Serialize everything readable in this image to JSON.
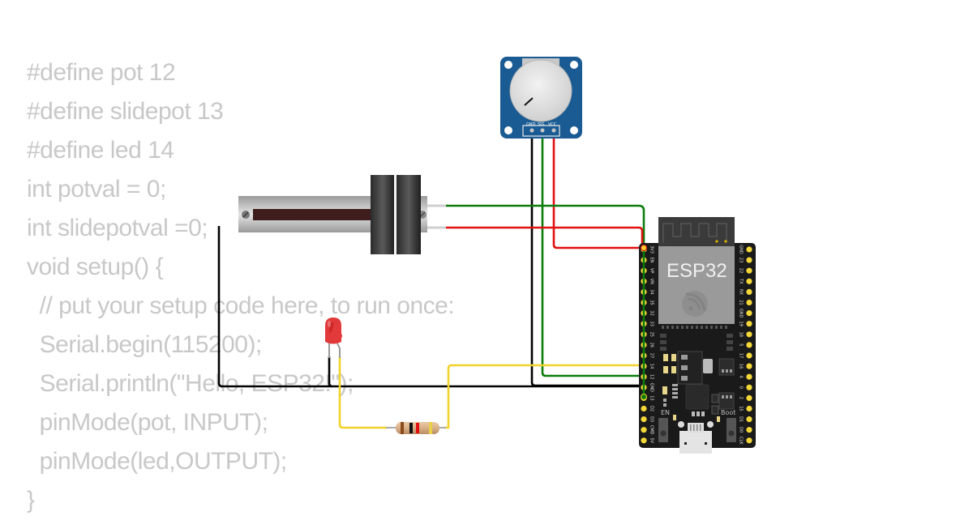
{
  "code": {
    "lines": [
      "#define pot 12",
      "#define slidepot 13",
      "#define led 14",
      "int potval = 0;",
      "int slidepotval =0;",
      "void setup() {",
      "  // put your setup code here, to run once:",
      "  Serial.begin(115200);",
      "  Serial.println(\"Hello, ESP32!\");",
      "  pinMode(pot, INPUT);",
      "  pinMode(led,OUTPUT);",
      "}"
    ]
  },
  "components": {
    "rotary_pot": {
      "pins": [
        "GND",
        "SIG",
        "VCC"
      ]
    },
    "esp32": {
      "label": "ESP32",
      "left_pins": [
        "3V3",
        "EN",
        "VP",
        "VN",
        "34",
        "35",
        "32",
        "33",
        "25",
        "26",
        "27",
        "14",
        "12",
        "GND",
        "13",
        "D2",
        "D3",
        "CMD",
        "5V"
      ],
      "right_pins": [
        "GND",
        "23",
        "22",
        "TX",
        "RX",
        "21",
        "GND",
        "19",
        "18",
        "5",
        "17",
        "16",
        "4",
        "0",
        "2",
        "15",
        "D1",
        "D0",
        "CLK"
      ],
      "button_en_label": "EN",
      "button_boot_label": "Boot"
    },
    "led": {
      "color": "red"
    },
    "resistor": {
      "bands": [
        "brown",
        "black",
        "red",
        "gold"
      ]
    }
  },
  "colors": {
    "wire_black": "#000000",
    "wire_green": "#0a7d0a",
    "wire_red": "#e01010",
    "wire_yellow": "#f2d22a",
    "pot_board": "#1a5b93",
    "esp32_board": "#1a1a1a",
    "code_text": "#c8c8c8"
  }
}
